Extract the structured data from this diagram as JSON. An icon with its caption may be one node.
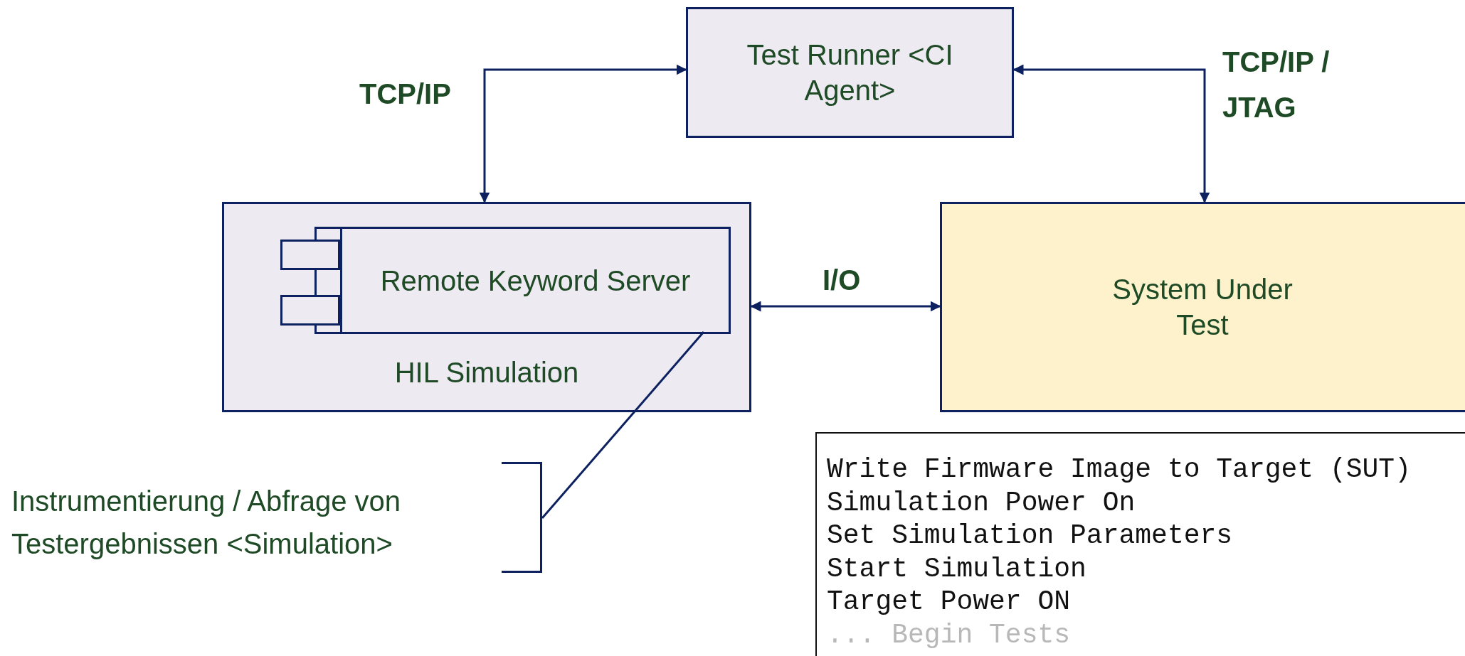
{
  "diagram": {
    "nodes": [
      {
        "text": [
          "Test Runner <CI Agent>"
        ]
      },
      {
        "text": [
          "HIL Simulation"
        ]
      },
      {
        "text": [
          "Remote Keyword Server"
        ],
        "in": 1
      },
      {
        "text": [
          "System Under Test"
        ]
      },
      {
        "text": [
          "Write Firmware Image to Target (SUT)",
          "Simulation Power On",
          "Set Simulation Parameters",
          "Start Simulation",
          "Target Power ON",
          "... Begin Tests"
        ]
      },
      {
        "text": [
          "Instrumentierung / Abfrage von Testergebnissen <Simulation>"
        ]
      }
    ],
    "edges": [
      {
        "from": 0,
        "to": 1,
        "arrow": "both",
        "label": "TCP/IP"
      },
      {
        "from": 0,
        "to": 3,
        "arrow": "both",
        "label": "TCP/IP / JTAG"
      },
      {
        "from": 1,
        "to": 3,
        "arrow": "both",
        "label": "I/O"
      },
      {
        "from": 5,
        "to": 2,
        "arrow": "none"
      }
    ]
  }
}
